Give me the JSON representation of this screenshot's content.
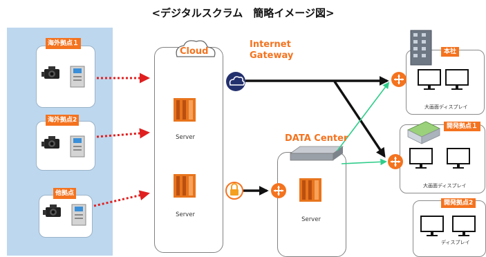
{
  "title": "<デジタルスクラム　簡略イメージ図>",
  "sites": [
    {
      "tag": "海外拠点１"
    },
    {
      "tag": "海外拠点2"
    },
    {
      "tag": "他拠点"
    }
  ],
  "cloud": {
    "label": "Cloud"
  },
  "internet_gateway": {
    "label_line1": "Internet",
    "label_line2": "Gateway"
  },
  "data_center": {
    "label": "DATA Center"
  },
  "servers": [
    {
      "label": "Server"
    },
    {
      "label": "Server"
    },
    {
      "label": "Server"
    }
  ],
  "offices": [
    {
      "tag": "本社",
      "caption": "大画面ディスプレイ"
    },
    {
      "tag": "開発拠点１",
      "caption": "大画面ディスプレイ"
    },
    {
      "tag": "開発拠点2",
      "caption": "ディスプレイ"
    }
  ],
  "colors": {
    "accent_orange": "#f4731f",
    "panel_blue": "#bdd7ee",
    "red_dotted": "#e02020",
    "green_line": "#2ecc8a",
    "gateway_navy": "#23306e"
  }
}
